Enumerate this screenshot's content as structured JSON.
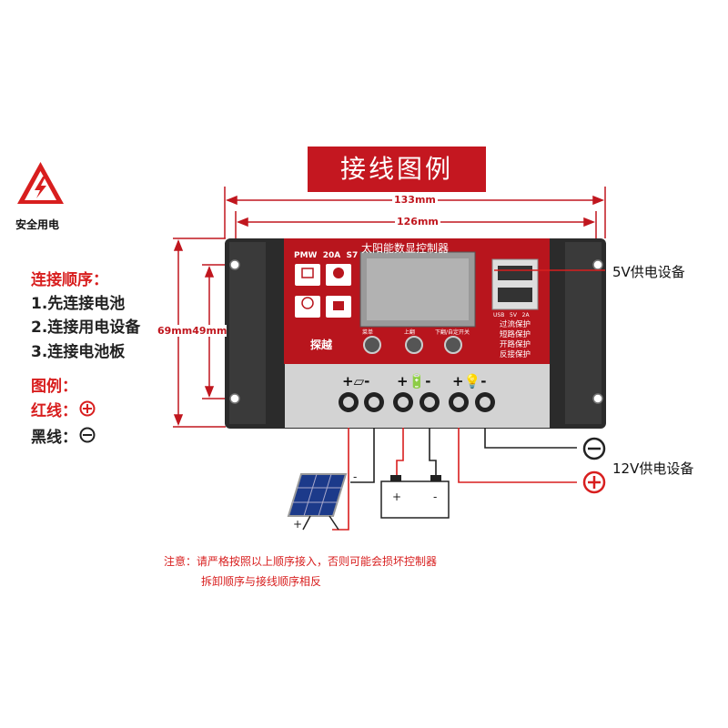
{
  "header": {
    "title": "接线图例"
  },
  "safety": {
    "label": "安全用电"
  },
  "instructions": {
    "title": "连接顺序：",
    "steps": [
      "1.先连接电池",
      "2.连接用电设备",
      "3.连接电池板"
    ]
  },
  "legend": {
    "title": "图例：",
    "red": "红线：",
    "black": "黑线："
  },
  "dimensions": {
    "outer_width": "133mm",
    "inner_width": "126mm",
    "heights": "69mm49mm"
  },
  "device": {
    "model": "PMW  20A  S7",
    "title": "太阳能数显控制器",
    "brand": "探越",
    "icons": [
      "MCU control",
      "SET voltage",
      "Build-in timer",
      "FULL protect"
    ],
    "button_labels": [
      "菜单",
      "上翻",
      "下翻/自定开关"
    ],
    "usb_label": "USB   5V   2A",
    "protections": [
      "过流保护",
      "短路保护",
      "开路保护",
      "反接保护"
    ],
    "terminal_symbols": [
      "+▱-",
      "+🔋-",
      "+💡-"
    ]
  },
  "outputs": {
    "usb": "5V供电设备",
    "dc": "12V供电设备"
  },
  "notes": [
    "注意：请严格按照以上顺序接入，否则可能会损坏控制器",
    "拆卸顺序与接线顺序相反"
  ],
  "colors": {
    "accent": "#c41720",
    "device_body": "#2a2a2a",
    "panel": "#d0d0d0"
  }
}
